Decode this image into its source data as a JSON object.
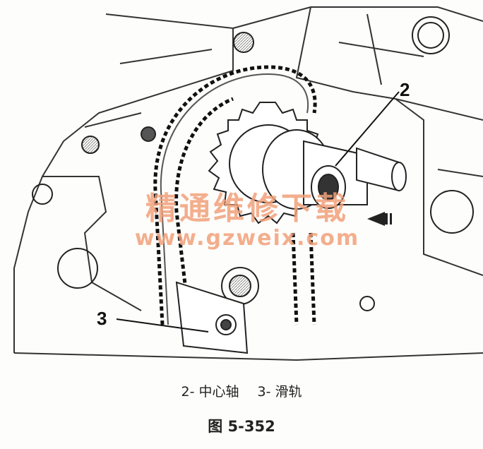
{
  "callouts": {
    "c2": "2",
    "c3": "3"
  },
  "watermark": {
    "text_cn": "精通维修下载",
    "url": "www.gzweix.com"
  },
  "caption": {
    "item2": "2- 中心轴",
    "item3": "3- 滑轨",
    "figure_label": "图 5-352"
  }
}
